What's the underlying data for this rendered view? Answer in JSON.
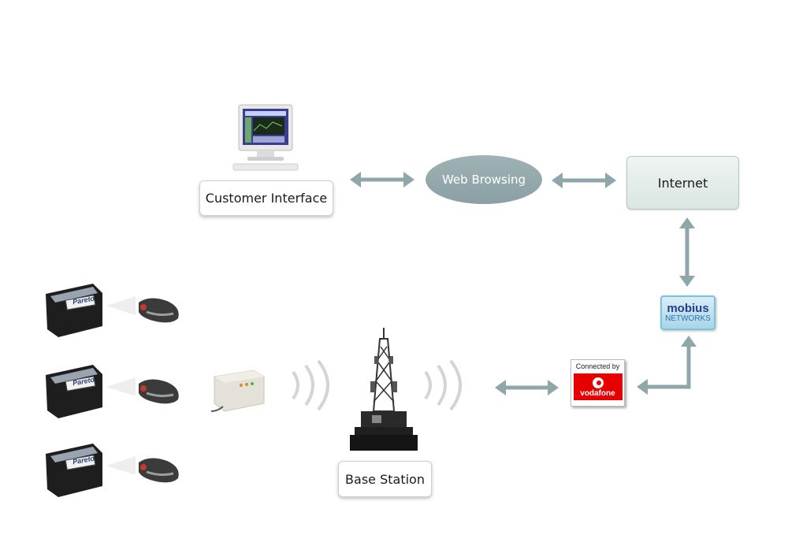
{
  "nodes": {
    "customer_interface": "Customer Interface",
    "web_browsing": "Web Browsing",
    "internet": "Internet",
    "base_station": "Base Station"
  },
  "logos": {
    "mobius_title": "mobius",
    "mobius_sub": "NETWORKS",
    "vodafone_caption": "Connected by",
    "vodafone_name": "vodafone",
    "pareto": "Pareto"
  },
  "colors": {
    "arrow": "#8fa7ab",
    "ellipse": "#94a9ad",
    "vodafone_red": "#e60000",
    "mobius_blue": "#2b3d8f"
  }
}
